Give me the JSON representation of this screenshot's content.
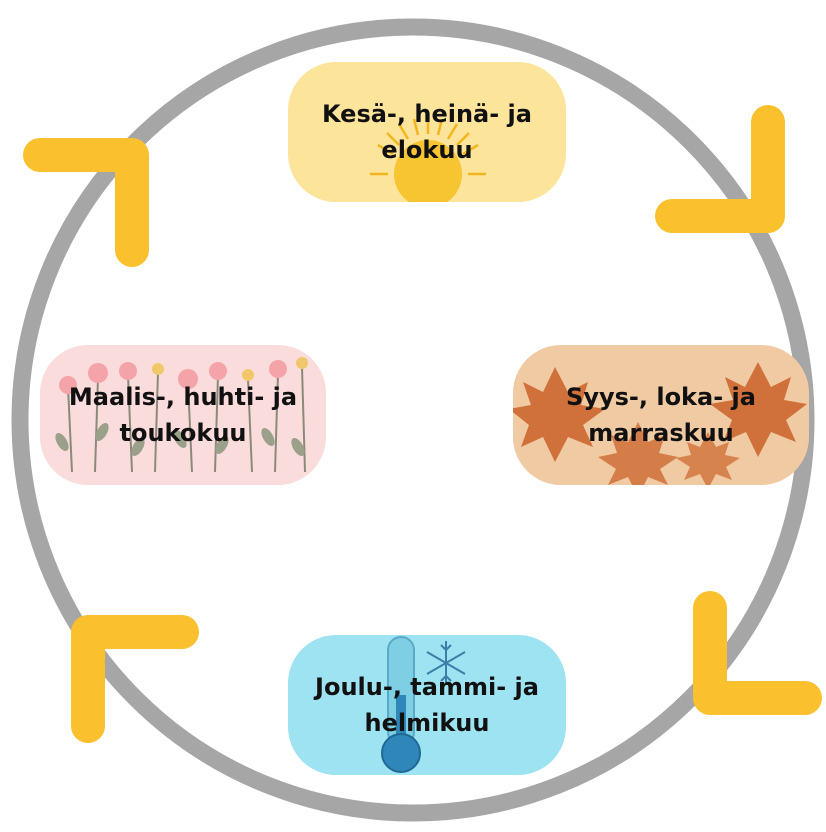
{
  "diagram": {
    "type": "seasonal-cycle",
    "colors": {
      "ring": "#a6a6a6",
      "arrows": "#fbc02d",
      "summer_bg": "#fde49b",
      "autumn_bg": "#f0caa2",
      "winter_bg": "#9de3f1",
      "spring_bg": "#fbdcdc"
    },
    "seasons": {
      "summer": {
        "line1": "Kesä-, heinä- ja",
        "line2": "elokuu",
        "icon": "sun-icon"
      },
      "autumn": {
        "line1": "Syys-, loka- ja",
        "line2": "marraskuu",
        "icon": "leaves-icon"
      },
      "winter": {
        "line1": "Joulu-, tammi- ja",
        "line2": "helmikuu",
        "icon": "thermometer-snowflake-icon"
      },
      "spring": {
        "line1": "Maalis-, huhti- ja",
        "line2": "toukokuu",
        "icon": "flowers-icon"
      }
    },
    "arrows": [
      "corner-arrow-top-left",
      "corner-arrow-top-right",
      "corner-arrow-bottom-right",
      "corner-arrow-bottom-left"
    ]
  }
}
